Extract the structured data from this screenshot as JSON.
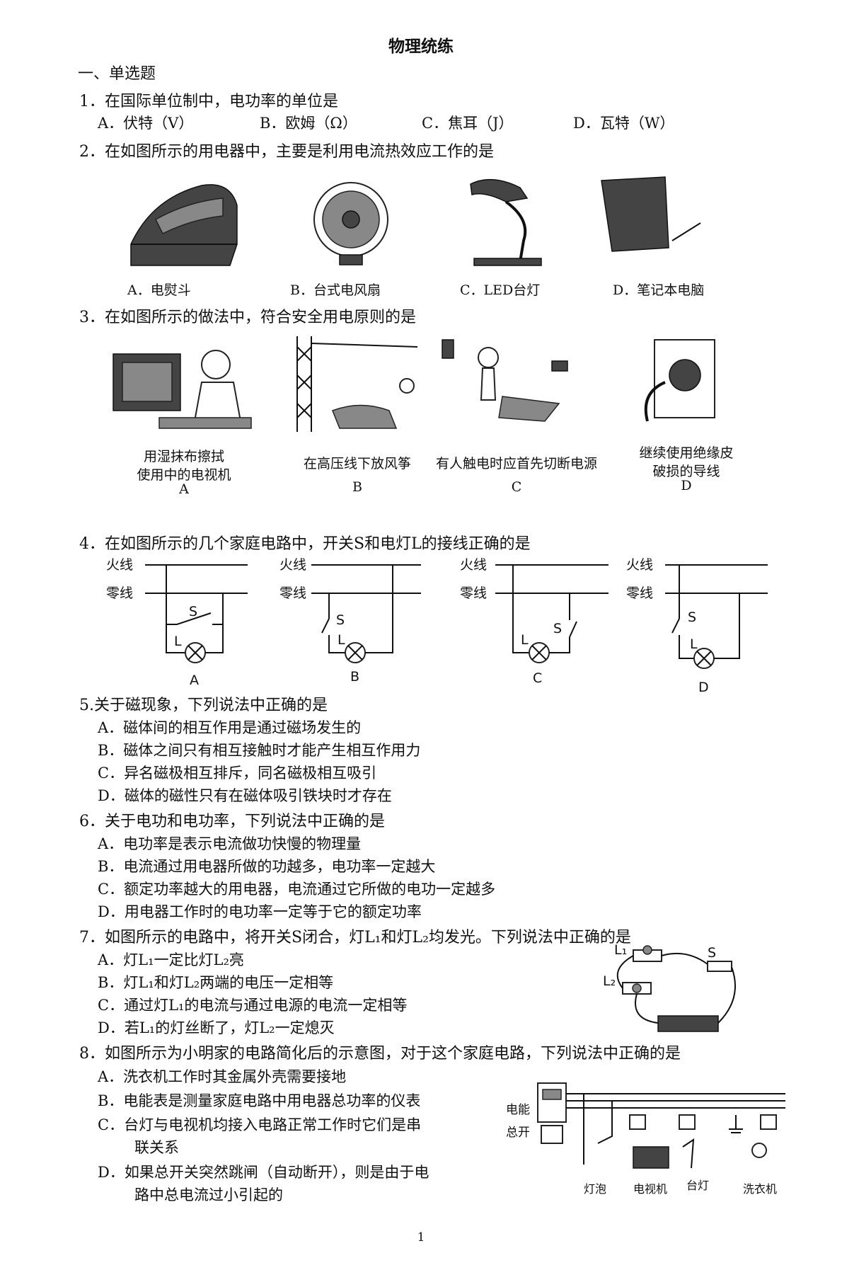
{
  "title": "物理统练",
  "section": "一、单选题",
  "q1": {
    "stem": "1．在国际单位制中，电功率的单位是",
    "options": [
      "A．伏特（V）",
      "B．欧姆（Ω）",
      "C．焦耳（J）",
      "D．瓦特（W）"
    ]
  },
  "q2": {
    "stem": "2．在如图所示的用电器中，主要是利用电流热效应工作的是",
    "captions": [
      "A．电熨斗",
      "B．台式电风扇",
      "C．LED台灯",
      "D．笔记本电脑"
    ]
  },
  "q3": {
    "stem": "3．在如图所示的做法中，符合安全用电原则的是",
    "captions": [
      {
        "line1": "用湿抹布擦拭",
        "line2": "使用中的电视机",
        "letter": "A"
      },
      {
        "line1": "在高压线下放风筝",
        "line2": "",
        "letter": "B"
      },
      {
        "line1": "有人触电时应首先切断电源",
        "line2": "",
        "letter": "C"
      },
      {
        "line1": "继续使用绝缘皮",
        "line2": "破损的导线",
        "letter": "D"
      }
    ]
  },
  "q4": {
    "stem": "4．在如图所示的几个家庭电路中，开关S和电灯L的接线正确的是",
    "live": "火线",
    "neutral": "零线",
    "switch": "S",
    "lamp": "L",
    "letters": [
      "A",
      "B",
      "C",
      "D"
    ]
  },
  "q5": {
    "stem": "5.关于磁现象，下列说法中正确的是",
    "options": [
      "A．磁体间的相互作用是通过磁场发生的",
      "B．磁体之间只有相互接触时才能产生相互作用力",
      "C．异名磁极相互排斥，同名磁极相互吸引",
      "D．磁体的磁性只有在磁体吸引铁块时才存在"
    ]
  },
  "q6": {
    "stem": "6．关于电功和电功率，下列说法中正确的是",
    "options": [
      "A．电功率是表示电流做功快慢的物理量",
      "B．电流通过用电器所做的功越多，电功率一定越大",
      "C．额定功率越大的用电器，电流通过它所做的电功一定越多",
      "D．用电器工作时的电功率一定等于它的额定功率"
    ]
  },
  "q7": {
    "stem": "7．如图所示的电路中，将开关S闭合，灯L₁和灯L₂均发光。下列说法中正确的是",
    "options": [
      "A．灯L₁一定比灯L₂亮",
      "B．灯L₁和灯L₂两端的电压一定相等",
      "C．通过灯L₁的电流与通过电源的电流一定相等",
      "D．若L₁的灯丝断了，灯L₂一定熄灭"
    ],
    "fig": {
      "l1": "L₁",
      "l2": "L₂",
      "s": "S"
    }
  },
  "q8": {
    "stem": "8．如图所示为小明家的电路简化后的示意图，对于这个家庭电路，下列说法中正确的是",
    "options": [
      "A．洗衣机工作时其金属外壳需要接地",
      "B．电能表是测量家庭电路中用电器总功率的仪表",
      "C．台灯与电视机均接入电路正常工作时它们是串",
      "联关系",
      "D．如果总开关突然跳闸（自动断开），则是由于电",
      "路中总电流过小引起的"
    ],
    "fig": {
      "meter": "电能",
      "main_switch": "总开",
      "bulb": "灯泡",
      "tv": "电视机",
      "lamp": "台灯",
      "washer": "洗衣机"
    }
  },
  "page_number": "1"
}
